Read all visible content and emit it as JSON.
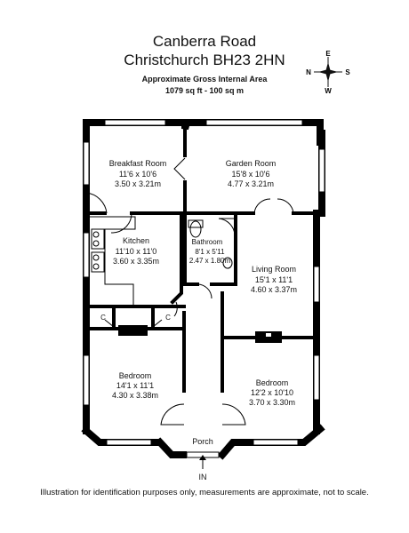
{
  "header": {
    "address_line1": "Canberra Road",
    "address_line2": "Christchurch BH23 2HN",
    "area_label": "Approximate Gross Internal Area",
    "area_value": "1079 sq ft - 100 sq m"
  },
  "compass": {
    "n": "N",
    "e": "E",
    "s": "S",
    "w": "W"
  },
  "rooms": [
    {
      "name": "Breakfast Room",
      "imperial": "11'6 x 10'6",
      "metric": "3.50 x 3.21m"
    },
    {
      "name": "Garden Room",
      "imperial": "15'8 x 10'6",
      "metric": "4.77 x 3.21m"
    },
    {
      "name": "Kitchen",
      "imperial": "11'10 x 11'0",
      "metric": "3.60 x 3.35m"
    },
    {
      "name": "Bathroom",
      "imperial": "8'1 x 5'11",
      "metric": "2.47 x 1.80m"
    },
    {
      "name": "Living Room",
      "imperial": "15'1 x 11'1",
      "metric": "4.60 x 3.37m"
    },
    {
      "name": "Bedroom",
      "imperial": "14'1 x 11'1",
      "metric": "4.30 x 3.38m"
    },
    {
      "name": "Bedroom",
      "imperial": "12'2 x 10'10",
      "metric": "3.70 x 3.30m"
    }
  ],
  "labels": {
    "porch": "Porch",
    "entrance": "IN",
    "cupboard": "C"
  },
  "footer": "Illustration for identification purposes only, measurements are approximate, not to scale."
}
